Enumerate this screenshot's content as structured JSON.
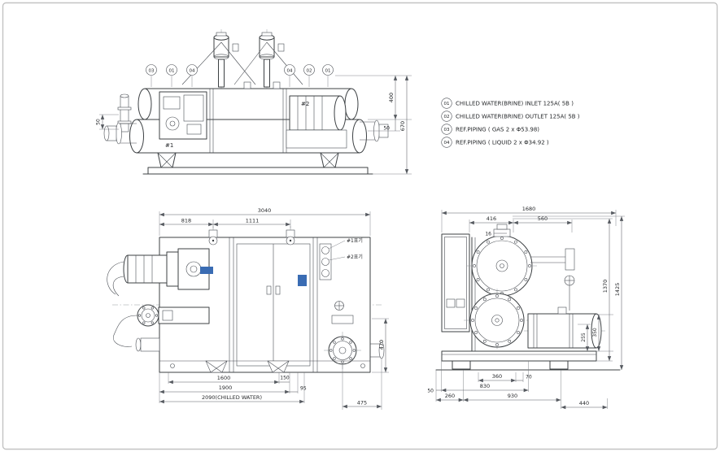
{
  "colors": {
    "line": "#3c4043",
    "dim_text": "#26282b",
    "brand_blue": "#3a6cb3",
    "sheet_border": "#c4c4c4"
  },
  "legend": {
    "items": [
      {
        "num": "01",
        "text": "CHILLED WATER(BRINE) INLET  125A( 5B )"
      },
      {
        "num": "02",
        "text": "CHILLED WATER(BRINE) OUTLET 125A( 5B )"
      },
      {
        "num": "03",
        "text": "REF.PIPING ( GAS 2 x Φ53.98)"
      },
      {
        "num": "04",
        "text": "REF.PIPING ( LIQUID 2 x Φ34.92 )"
      }
    ]
  },
  "front_view": {
    "balloons": [
      "03",
      "01",
      "04",
      "04",
      "02",
      "01"
    ],
    "labels": {
      "unit1": "#1",
      "unit2": "#2"
    },
    "dims": {
      "nozzle_offset": "50",
      "upper_height": "400",
      "nozzle_gap": "50",
      "total_height": "670"
    }
  },
  "plan_view": {
    "labels": {
      "mark1": "#1표기",
      "mark2": "#2표기"
    },
    "dims": {
      "overall_length": "3040",
      "left_to_pipe1": "818",
      "pipe1_to_pipe2": "1111",
      "base_span": "1600",
      "base_step": "150",
      "anchor_span": "1900",
      "anchor_step": "95",
      "chilled_water_span": "2090(CHILLED WATER)",
      "outlet_offset": "475",
      "outlet_width": "470"
    }
  },
  "end_view": {
    "dims": {
      "overall_width": "1680",
      "top_left": "416",
      "top_right": "560",
      "pipe_offset": "16",
      "frame_height": "1370",
      "overall_height": "1425",
      "separator_height": "350",
      "separator_offset": "255",
      "foot_span": "360",
      "foot_step": "70",
      "base_span": "830",
      "base_overall": "930",
      "edge_offset": "50",
      "cabinet_offset": "260",
      "right_extension": "440"
    }
  }
}
